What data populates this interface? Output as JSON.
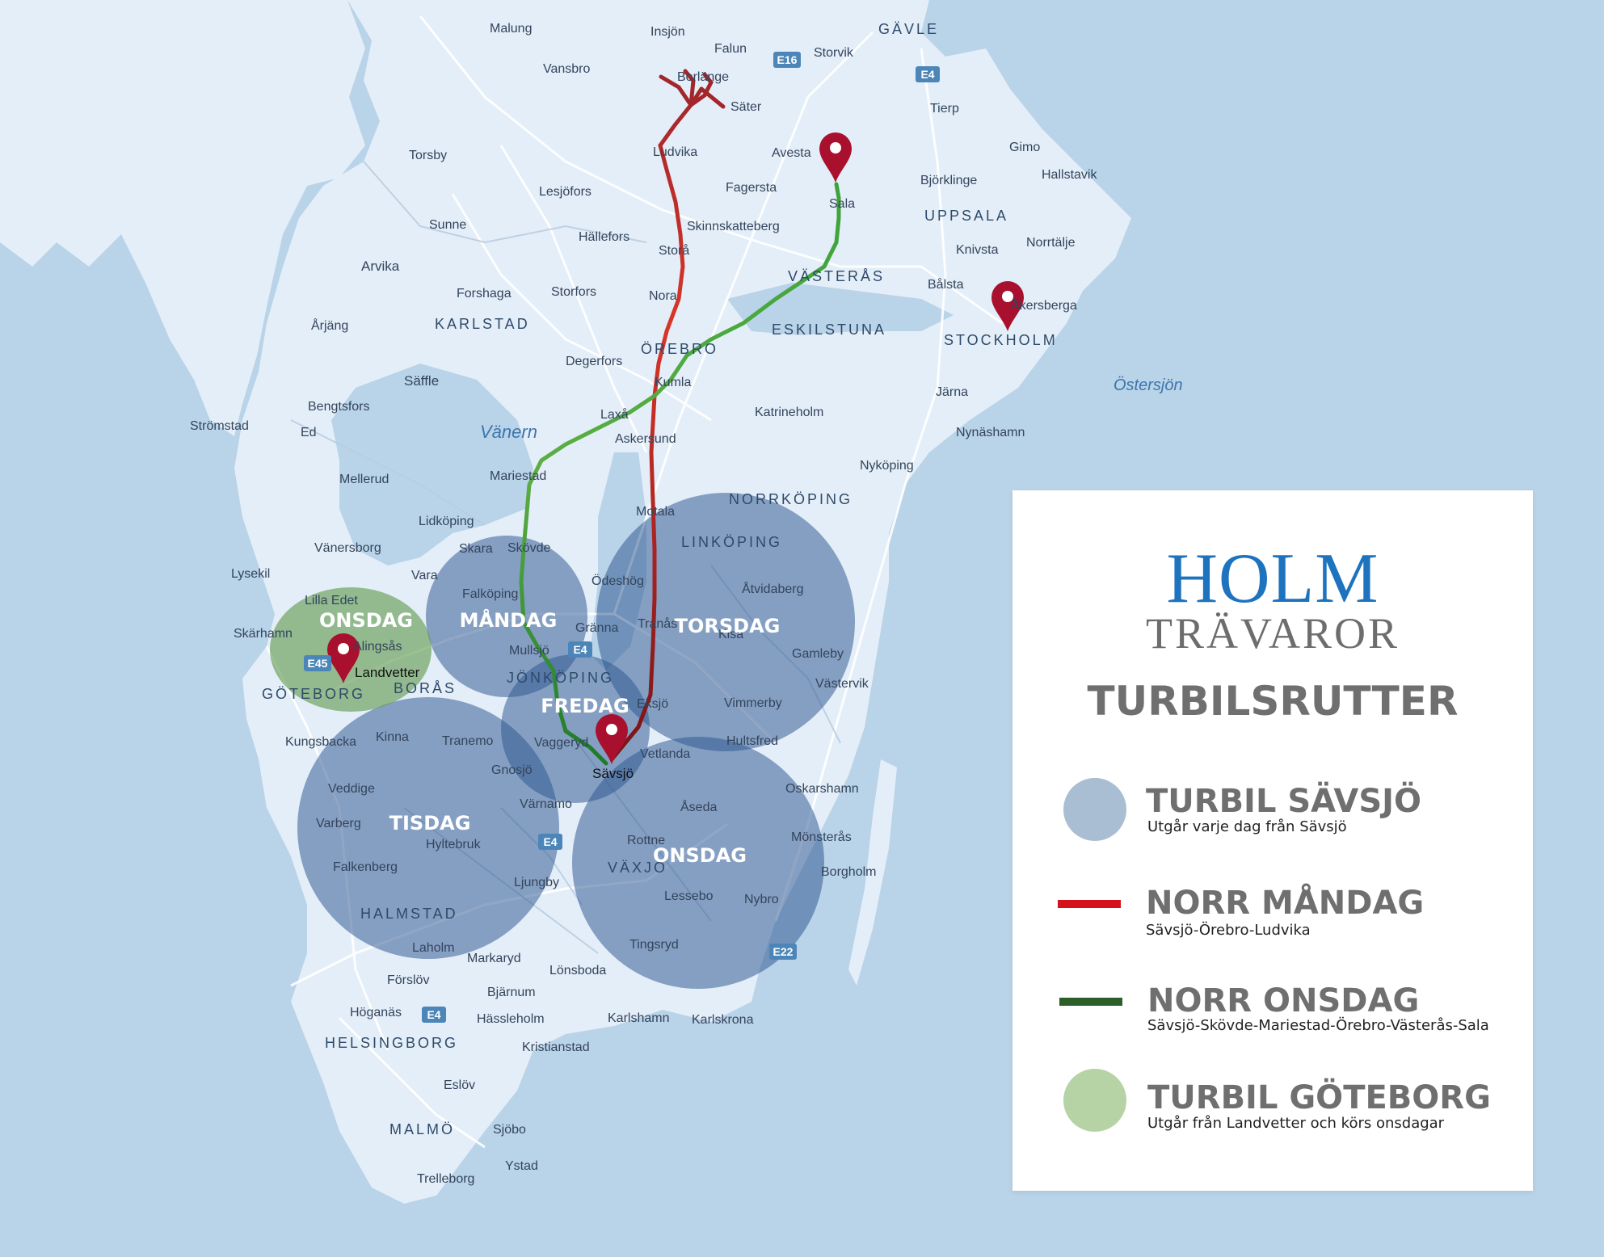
{
  "colors": {
    "sea": "#b9d3e8",
    "land": "#e4eef8",
    "road": "#ffffff",
    "zone_blue": "#2e5690",
    "zone_green": "#5f9a4e",
    "route_red": "#c0281f",
    "route_green": "#2f8a32",
    "pin": "#a8102d",
    "legend_blue": "#a9bed3",
    "legend_red": "#d4121b",
    "legend_green": "#2c5e2a",
    "legend_light_green": "#b6d3a6"
  },
  "map": {
    "cities": [
      "Malung",
      "Insjön",
      "Falun",
      "GÄVLE",
      "Storvik",
      "Borlänge",
      "Vansbro",
      "Säter",
      "Tierp",
      "Ludvika",
      "Avesta",
      "Gimo",
      "Torsby",
      "Fagersta",
      "Sala",
      "Hallstavik",
      "Björklinge",
      "Lesjöfors",
      "UPPSALA",
      "Sunne",
      "Skinnskatteberg",
      "Hällefors",
      "Knivsta",
      "Norrtälje",
      "Storå",
      "Arvika",
      "VÄSTERÅS",
      "Bålsta",
      "Forshaga",
      "Storfors",
      "Åkersberga",
      "Nora",
      "Årjäng",
      "KARLSTAD",
      "ESKILSTUNA",
      "STOCKHOLM",
      "ÖREBRO",
      "Degerfors",
      "Säffle",
      "Kumla",
      "Järna",
      "Bengtsfors",
      "Strömstad",
      "Laxå",
      "Katrineholm",
      "Ed",
      "Askersund",
      "Nynäshamn",
      "Mellerud",
      "Mariestad",
      "Nyköping",
      "Motala",
      "NORRKÖPING",
      "Lidköping",
      "Skara",
      "Skövde",
      "LINKÖPING",
      "Vänersborg",
      "Vara",
      "Lysekil",
      "Ödeshög",
      "Åtvidaberg",
      "Lilla Edet",
      "Falköping",
      "Skärhamn",
      "Alingsås",
      "Gränna",
      "Tranås",
      "Kisa",
      "Gamleby",
      "Mullsjö",
      "Landvetter",
      "JÖNKÖPING",
      "Västervik",
      "GÖTEBORG",
      "BORÅS",
      "Eksjö",
      "Vimmerby",
      "Kungsbacka",
      "Kinna",
      "Tranemo",
      "Vaggeryd",
      "Hultsfred",
      "Vetlanda",
      "Gnosjö",
      "Sävsjö",
      "Veddige",
      "Oskarshamn",
      "Värnamo",
      "Åseda",
      "Varberg",
      "Hyltebruk",
      "Mönsterås",
      "Rottne",
      "VÄXJÖ",
      "Falkenberg",
      "Borgholm",
      "Ljungby",
      "Lessebo",
      "Nybro",
      "HALMSTAD",
      "Tingsryd",
      "Laholm",
      "Markaryd",
      "Lönsboda",
      "Förslöv",
      "Bjärnum",
      "Höganäs",
      "Hässleholm",
      "Karlshamn",
      "Karlskrona",
      "HELSINGBORG",
      "Kristianstad",
      "Eslöv",
      "MALMÖ",
      "Sjöbo",
      "Ystad",
      "Trelleborg"
    ],
    "water_labels": [
      "Vänern",
      "Östersjön"
    ],
    "road_shields": [
      "E16",
      "E4",
      "E45",
      "E4",
      "E4",
      "E22",
      "E4"
    ],
    "zone_labels": [
      "ONSDAG",
      "MÅNDAG",
      "TORSDAG",
      "FREDAG",
      "TISDAG",
      "ONSDAG"
    ]
  },
  "legend": {
    "brand_top": "HOLM",
    "brand_bottom": "TRÄVAROR",
    "title": "TURBILSRUTTER",
    "items": [
      {
        "label": "TURBIL SÄVSJÖ",
        "sub": "Utgår varje dag från Sävsjö",
        "symbol": "circle",
        "color": "#a9bed3"
      },
      {
        "label": "NORR MÅNDAG",
        "sub": "Sävsjö-Örebro-Ludvika",
        "symbol": "line",
        "color": "#d4121b"
      },
      {
        "label": "NORR ONSDAG",
        "sub": "Sävsjö-Skövde-Mariestad-Örebro-Västerås-Sala",
        "symbol": "line",
        "color": "#2c5e2a"
      },
      {
        "label": "TURBIL GÖTEBORG",
        "sub": "Utgår från Landvetter och körs onsdagar",
        "symbol": "circle",
        "color": "#b6d3a6"
      }
    ]
  }
}
